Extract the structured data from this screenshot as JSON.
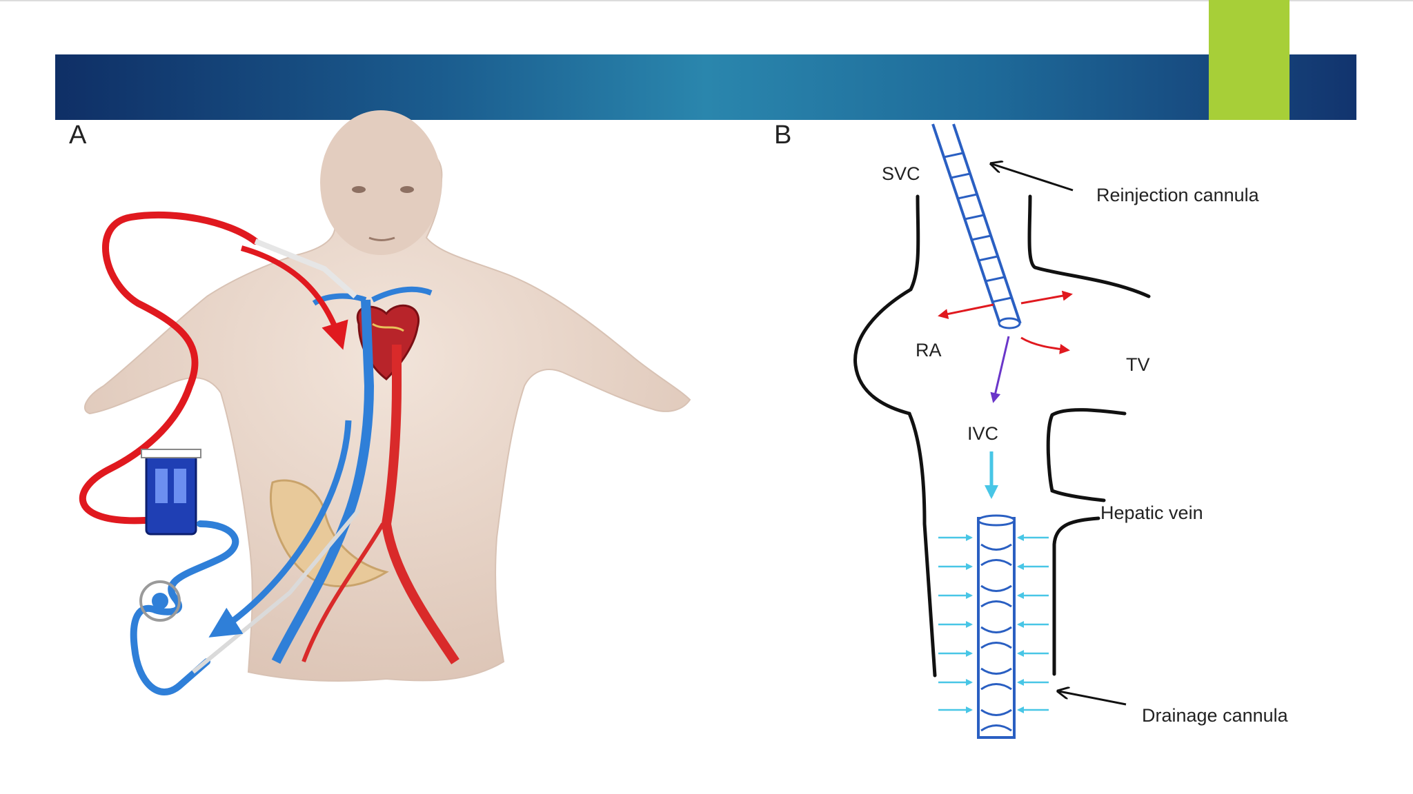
{
  "slide": {
    "panel_a_label": "A",
    "panel_b_label": "B",
    "labels": {
      "svc": "SVC",
      "reinjection": "Reinjection cannula",
      "ra": "RA",
      "tv": "TV",
      "ivc": "IVC",
      "hepatic": "Hepatic vein",
      "drainage": "Drainage cannula"
    }
  },
  "colors": {
    "banner_dark": "#0f2f66",
    "banner_light": "#2a86ad",
    "accent": "#a7cf38",
    "arterial_red": "#e0191f",
    "venous_blue": "#2f7fd8",
    "cannula_blue": "#2a5fc2",
    "flow_cyan": "#48c6e6",
    "flow_purple": "#6a36c9",
    "skin": "#e9d7cb"
  }
}
